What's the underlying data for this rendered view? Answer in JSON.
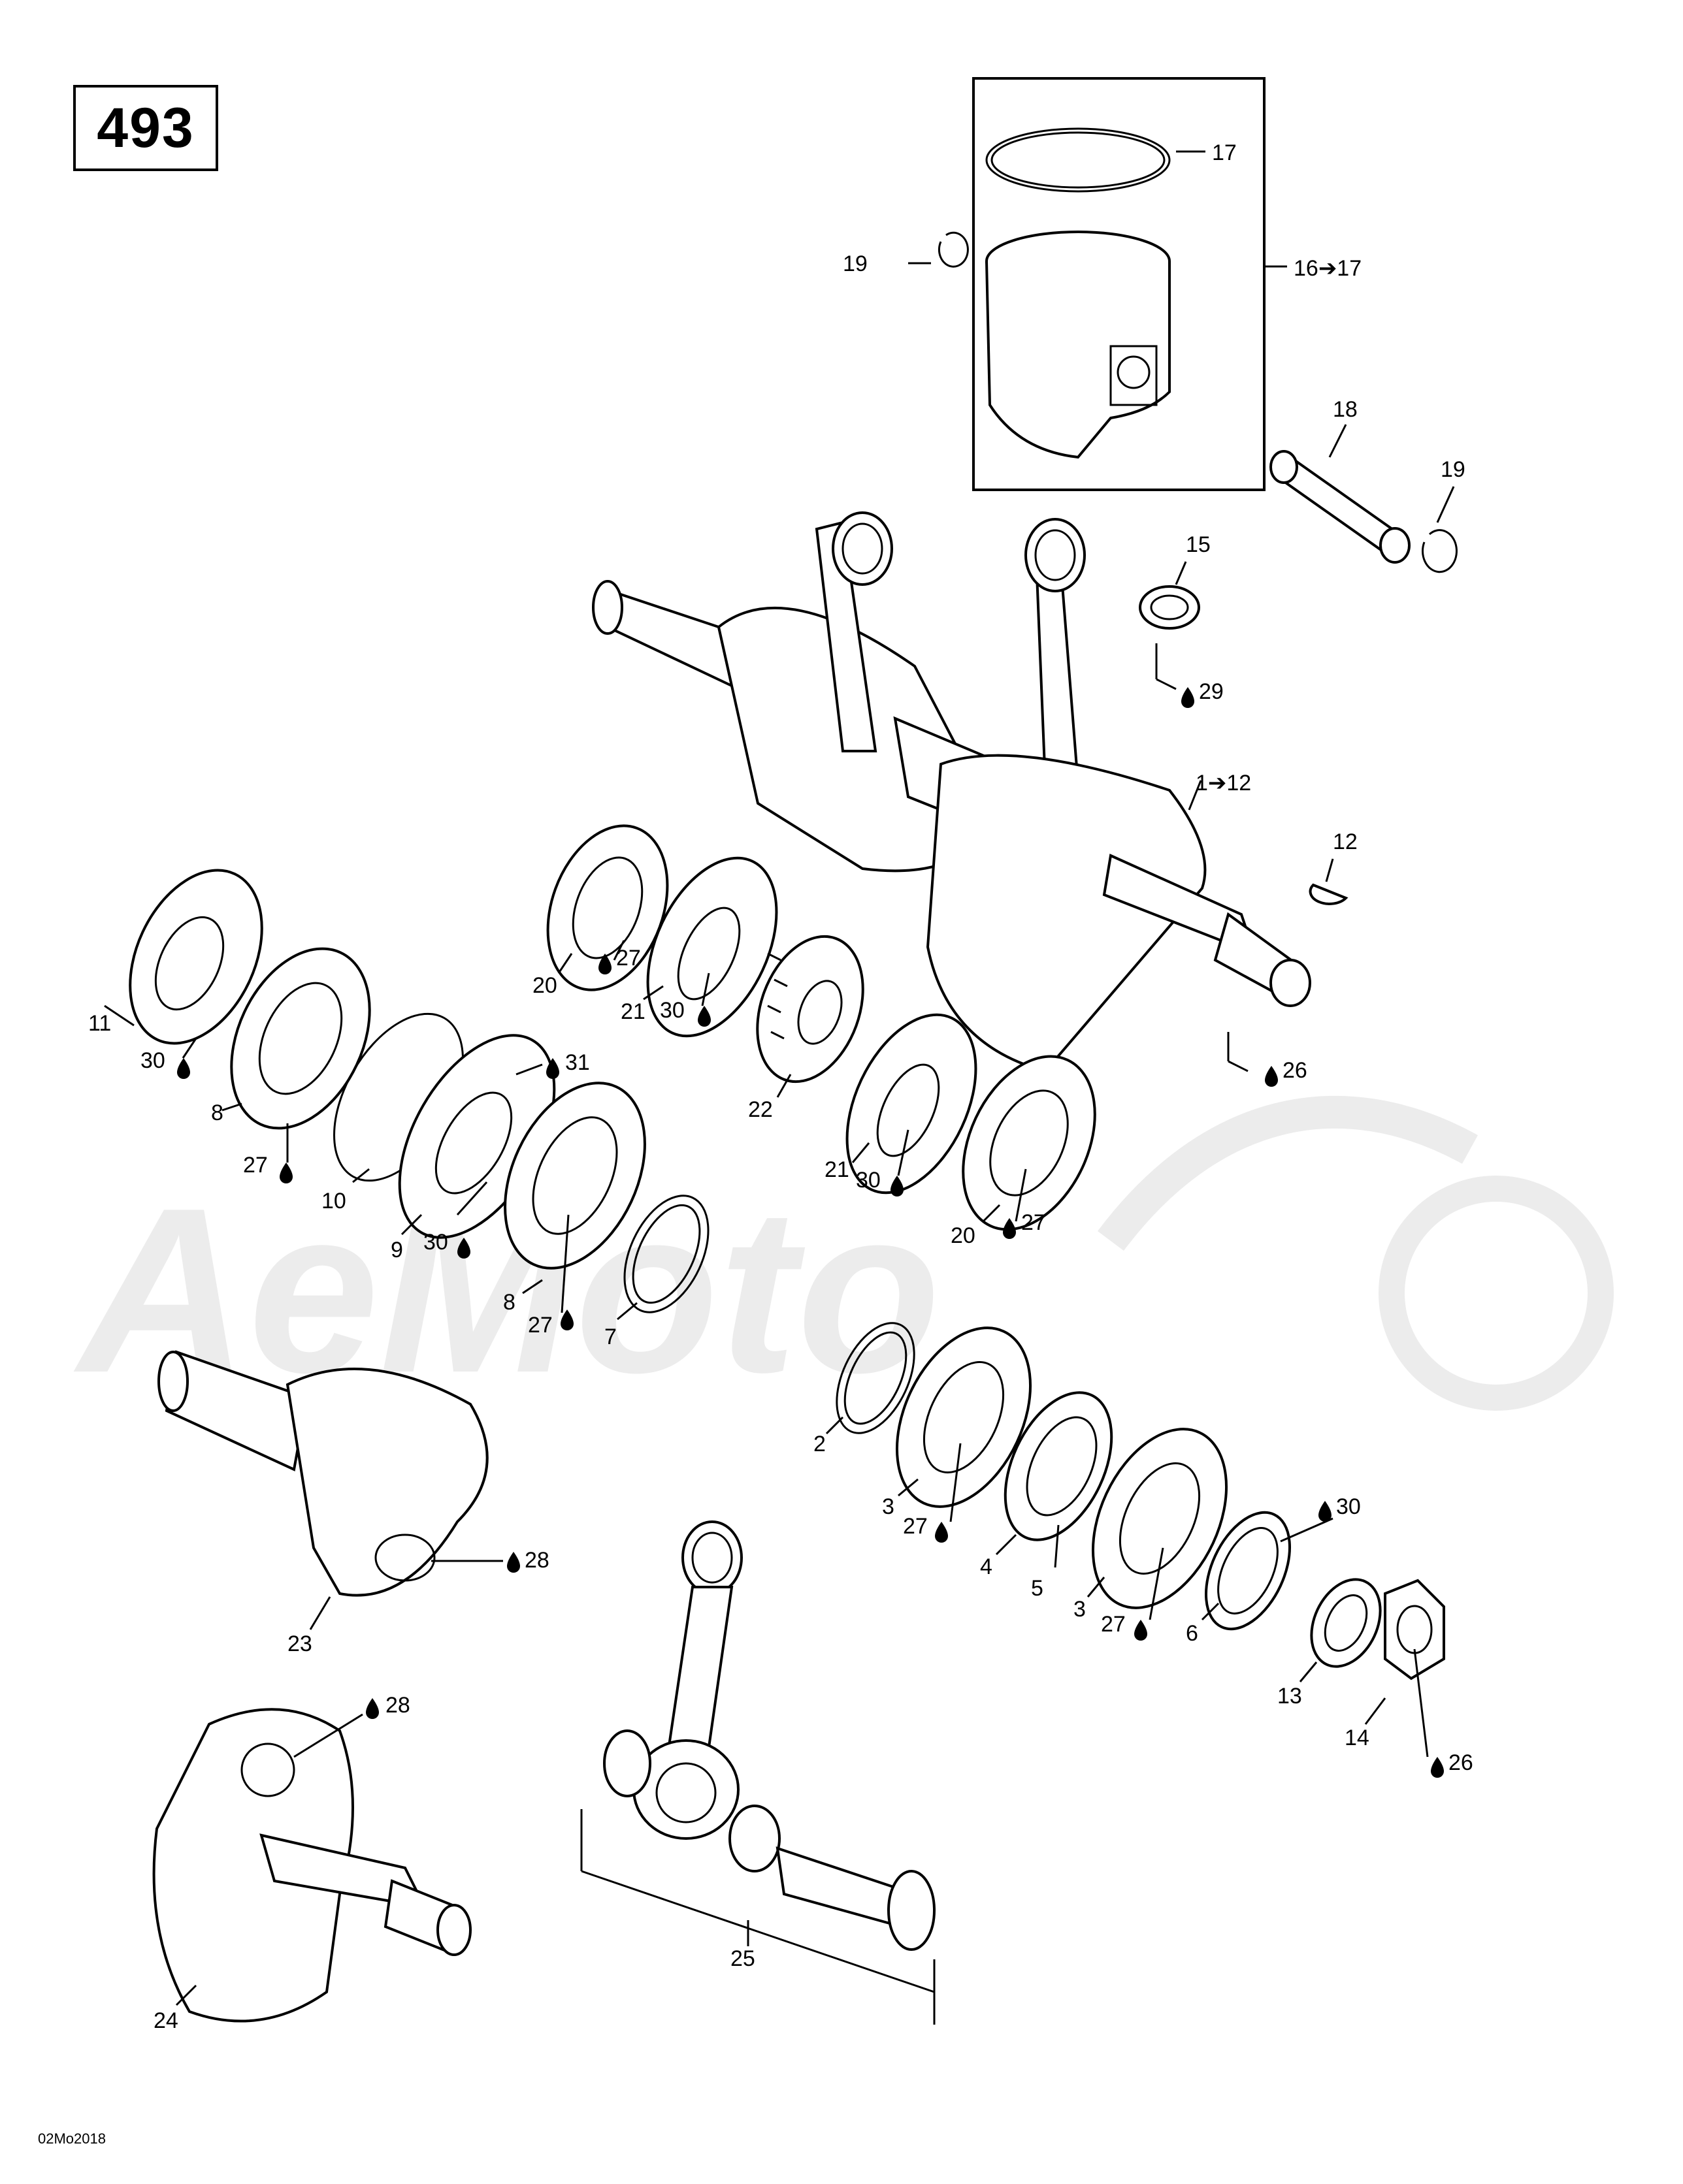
{
  "page_number": "493",
  "drawing_code": "02Mo2018",
  "watermark": "AeMoto",
  "lubricant_icon": "oil-drop-icon",
  "labels": {
    "l17": "17",
    "l16": "16➔17",
    "l19a": "19",
    "l18": "18",
    "l19b": "19",
    "l15": "15",
    "l29": "29",
    "l1": "1➔12",
    "l12": "12",
    "l26a": "26",
    "l20a": "20",
    "l27a": "27",
    "l21a": "21",
    "l30a": "30",
    "l22": "22",
    "l11": "11",
    "l30b": "30",
    "l8a": "8",
    "l27b": "27",
    "l31": "31",
    "l10": "10",
    "l9": "9",
    "l30c": "30",
    "l8b": "8",
    "l27c": "27",
    "l7": "7",
    "l21b": "21",
    "l30d": "30",
    "l20b": "20",
    "l27d": "27",
    "l2": "2",
    "l3a": "3",
    "l27e": "27",
    "l4": "4",
    "l5": "5",
    "l3b": "3",
    "l27f": "27",
    "l6": "6",
    "l30e": "30",
    "l13": "13",
    "l14": "14",
    "l26b": "26",
    "l23": "23",
    "l28a": "28",
    "l24": "24",
    "l28b": "28",
    "l25": "25"
  }
}
